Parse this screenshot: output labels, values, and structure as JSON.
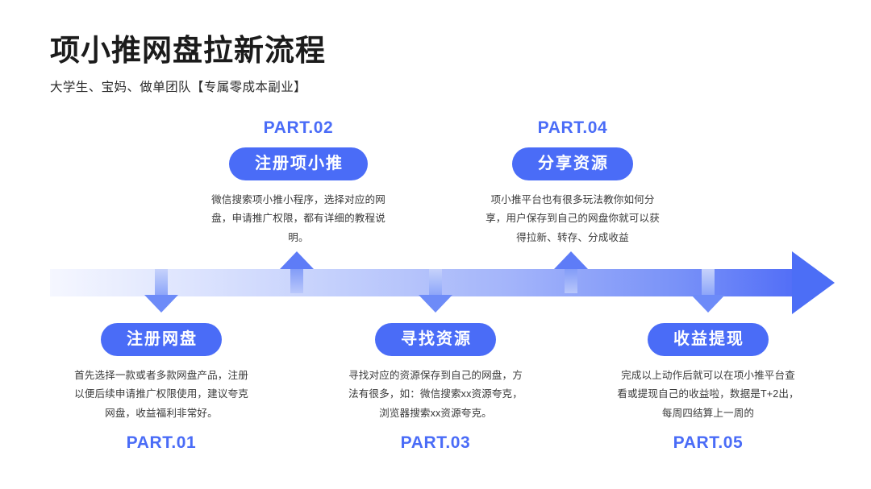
{
  "header": {
    "title": "项小推网盘拉新流程",
    "subtitle": "大学生、宝妈、做单团队【专属零成本副业】"
  },
  "theme": {
    "accent": "#4a6cf7",
    "accent_light": "#b9c7fb",
    "text": "#1b1b1b",
    "body_text": "#3a3a3a",
    "background": "#ffffff"
  },
  "steps": [
    {
      "id": "part-01",
      "position": "bottom",
      "part_label": "PART.01",
      "pill_label": "注册网盘",
      "description": "首先选择一款或者多款网盘产品，注册以便后续申请推广权限使用，建议夸克网盘，收益福利非常好。"
    },
    {
      "id": "part-02",
      "position": "top",
      "part_label": "PART.02",
      "pill_label": "注册项小推",
      "description": "微信搜索项小推小程序，选择对应的网盘，申请推广权限，都有详细的教程说明。"
    },
    {
      "id": "part-03",
      "position": "bottom",
      "part_label": "PART.03",
      "pill_label": "寻找资源",
      "description": "寻找对应的资源保存到自己的网盘，方法有很多，如：微信搜索xx资源夸克，浏览器搜索xx资源夸克。"
    },
    {
      "id": "part-04",
      "position": "top",
      "part_label": "PART.04",
      "pill_label": "分享资源",
      "description": "项小推平台也有很多玩法教你如何分享，用户保存到自己的网盘你就可以获得拉新、转存、分成收益"
    },
    {
      "id": "part-05",
      "position": "bottom",
      "part_label": "PART.05",
      "pill_label": "收益提现",
      "description": "完成以上动作后就可以在项小推平台查看或提现自己的收益啦，数据是T+2出，每周四结算上一周的"
    }
  ],
  "timeline": {
    "direction": "left-to-right",
    "connectors": [
      {
        "name": "connector-down-part-01",
        "direction": "down"
      },
      {
        "name": "connector-up-part-02",
        "direction": "up"
      },
      {
        "name": "connector-down-part-03",
        "direction": "down"
      },
      {
        "name": "connector-up-part-04",
        "direction": "up"
      },
      {
        "name": "connector-down-part-05",
        "direction": "down"
      }
    ]
  }
}
